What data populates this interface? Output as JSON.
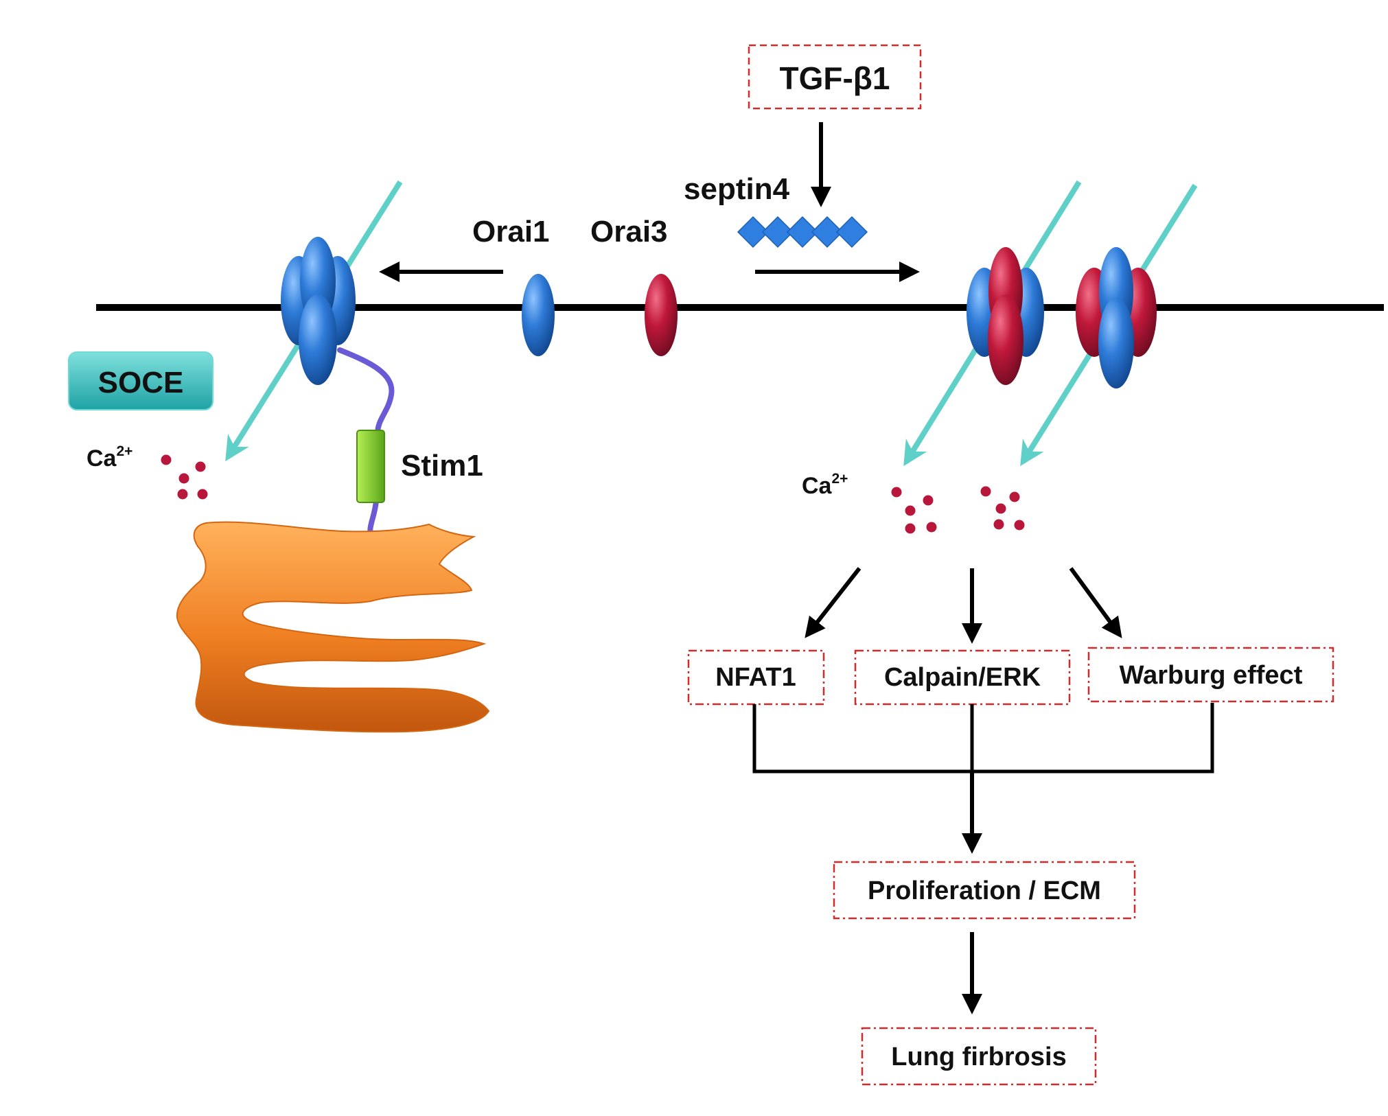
{
  "labels": {
    "tgf": "TGF-β1",
    "septin": "septin4",
    "orai1": "Orai1",
    "orai3": "Orai3",
    "soce": "SOCE",
    "stim1": "Stim1",
    "ca_left_base": "Ca",
    "ca_left_sup": "2+",
    "ca_right_base": "Ca",
    "ca_right_sup": "2+",
    "nfat1": "NFAT1",
    "calpain": "Calpain/ERK",
    "warburg": "Warburg effect",
    "proliferation": "Proliferation / ECM",
    "fibrosis": "Lung firbrosis"
  },
  "colors": {
    "orai1": "#2e7bd8",
    "orai3": "#c0183a",
    "cyan_arrow": "#5fd0c8",
    "membrane": "#000000",
    "box_border": "#d42a2a",
    "soce_fill": "#3dbdbd",
    "stim1_fill": "#7dc72a",
    "stim1_linker": "#6a5ad6",
    "er": "#ef7f22",
    "ca_dot": "#b8173b",
    "septin": "#2f7fe0"
  },
  "icons": {
    "er": "endoplasmic-reticulum-icon",
    "septin": "septin-filament-icon",
    "channel": "orai-channel-icon"
  }
}
